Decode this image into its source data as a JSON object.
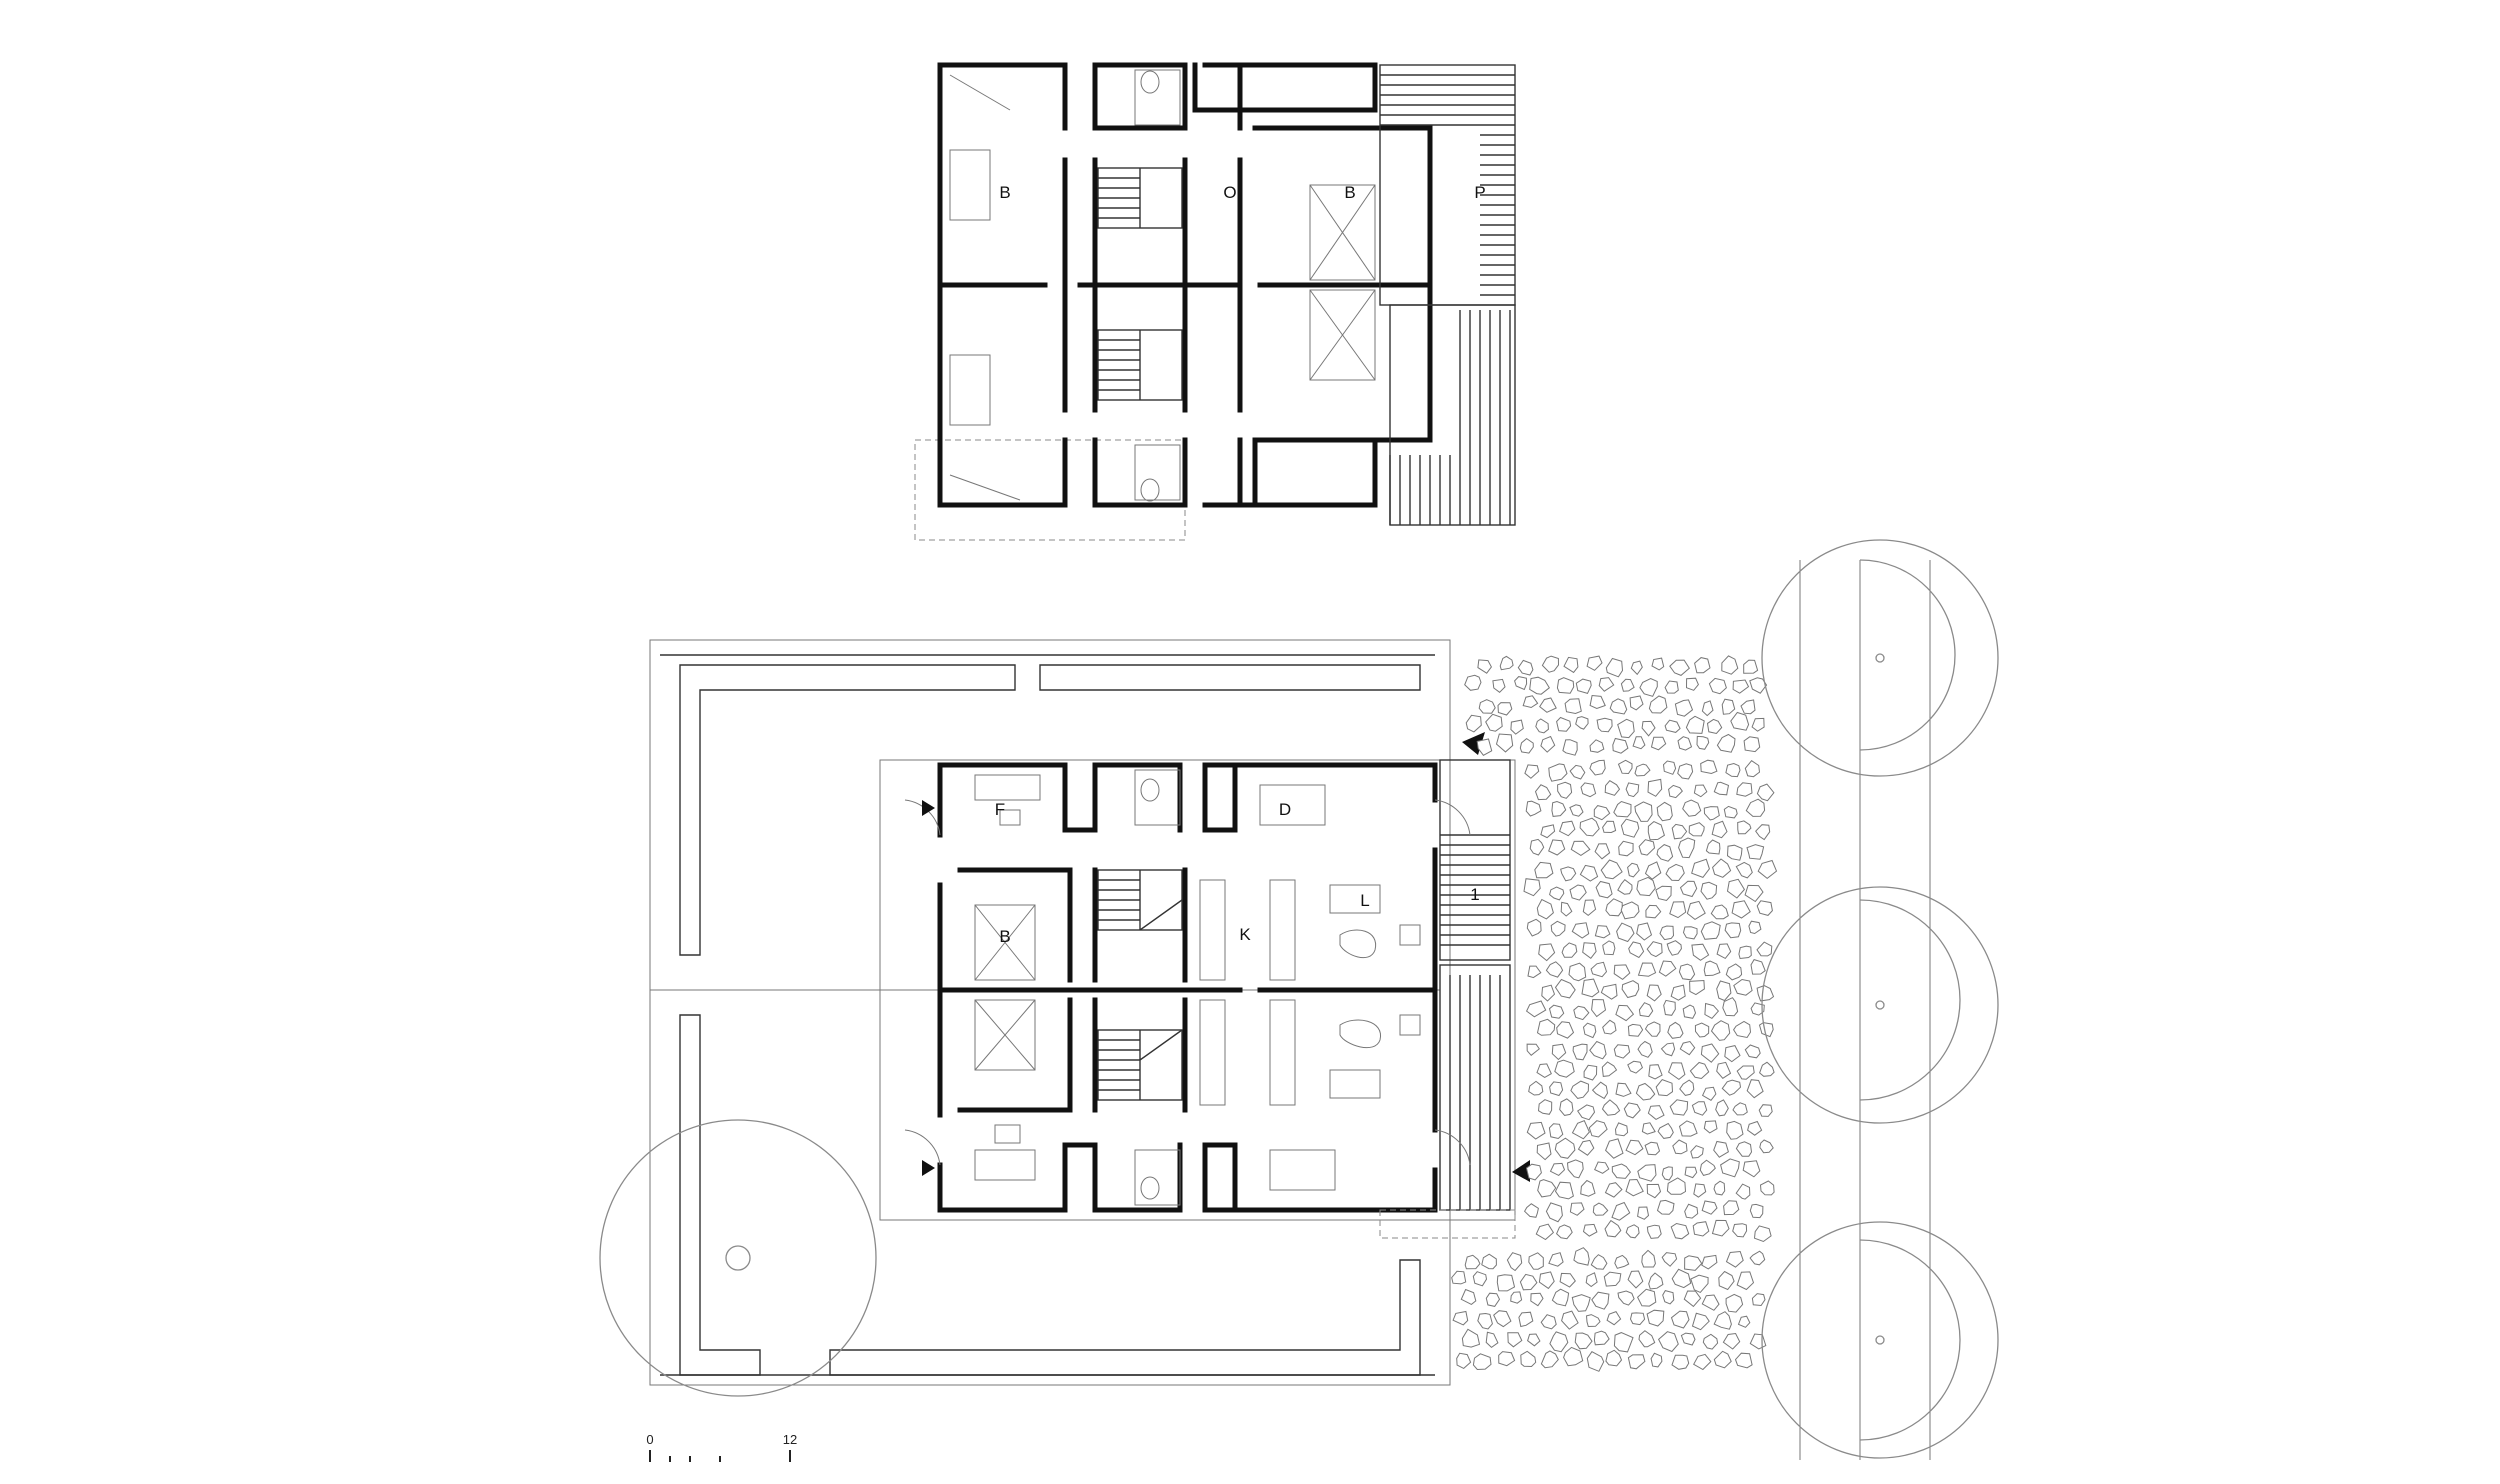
{
  "upper_floor": {
    "labels": {
      "bedroom_left": "B",
      "office": "O",
      "bedroom_right": "B",
      "porch": "P"
    }
  },
  "ground_floor": {
    "labels": {
      "family": "F",
      "dining": "D",
      "bedroom": "B",
      "kitchen": "K",
      "living": "L",
      "deck": "1"
    }
  },
  "scale_bar": {
    "start_label": "0",
    "end_label": "12"
  }
}
